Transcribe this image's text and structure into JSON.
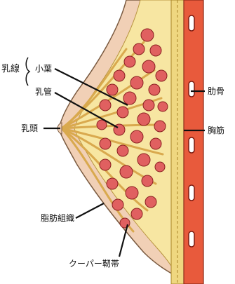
{
  "labels": {
    "mammary_gland": "乳線",
    "lobule": "小葉",
    "duct": "乳管",
    "nipple": "乳頭",
    "fat_tissue": "脂肪組織",
    "cooper_ligament": "クーパー靭帯",
    "rib": "肋骨",
    "pectoral_muscle": "胸筋"
  },
  "colors": {
    "skin": "#f1d0b6",
    "skin_outline": "#7a5a40",
    "fat": "#f7e6a2",
    "duct": "#d9a94e",
    "lobule": "#e06060",
    "lobule_edge": "#8a2020",
    "muscle": "#e85a3c",
    "fascia": "#efd780",
    "rib": "#ffffff"
  }
}
